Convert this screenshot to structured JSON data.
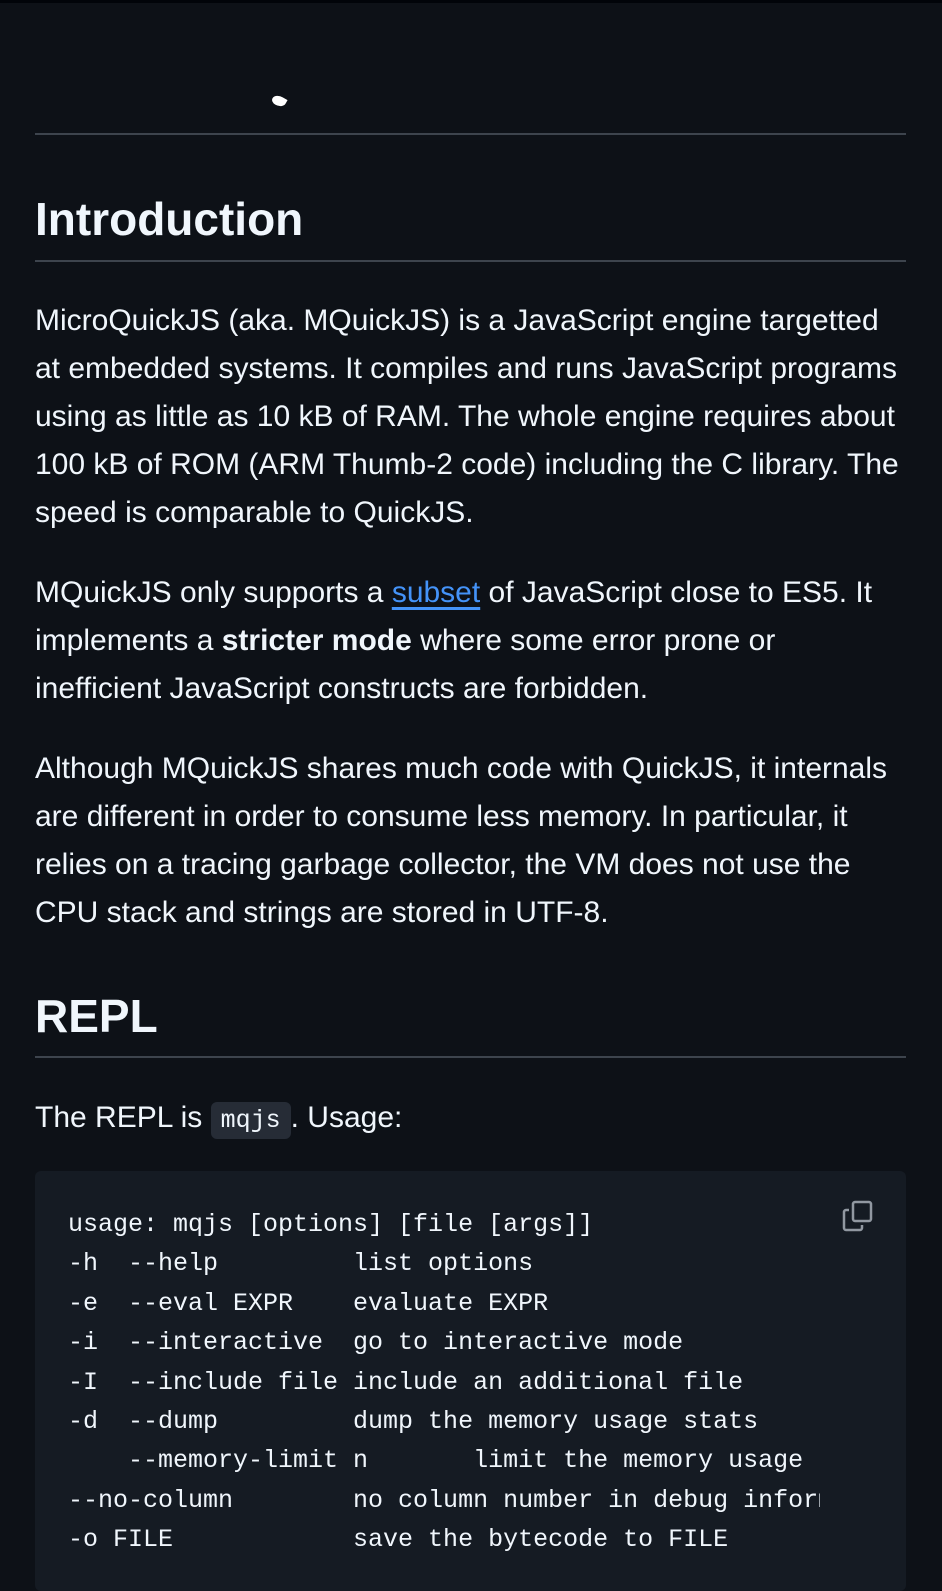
{
  "intro": {
    "heading": "Introduction",
    "p1": "MicroQuickJS (aka. MQuickJS) is a JavaScript engine targetted at embedded systems. It compiles and runs JavaScript programs using as little as 10 kB of RAM. The whole engine requires about 100 kB of ROM (ARM Thumb-2 code) including the C library. The speed is comparable to QuickJS.",
    "p2_before": "MQuickJS only supports a ",
    "p2_link": "subset",
    "p2_mid": " of JavaScript close to ES5. It implements a ",
    "p2_bold": "stricter mode",
    "p2_after": " where some error prone or inefficient JavaScript constructs are forbidden.",
    "p3": "Although MQuickJS shares much code with QuickJS, it internals are different in order to consume less memory. In particular, it relies on a tracing garbage collector, the VM does not use the CPU stack and strings are stored in UTF-8."
  },
  "repl": {
    "heading": "REPL",
    "text_before": "The REPL is ",
    "code": "mqjs",
    "text_after": ". Usage:",
    "code_lines": [
      "usage: mqjs [options] [file [args]]",
      "-h  --help         list options",
      "-e  --eval EXPR    evaluate EXPR",
      "-i  --interactive  go to interactive mode",
      "-I  --include file include an additional file",
      "-d  --dump         dump the memory usage stats",
      "    --memory-limit n       limit the memory usage to n bytes",
      "--no-column        no column number in debug information",
      "-o FILE            save the bytecode to FILE"
    ],
    "copy_icon": "copy-icon"
  },
  "colors": {
    "background": "#0d1117",
    "text": "#f0f6fc",
    "link": "#4493f8",
    "code_bg": "#151b23"
  }
}
